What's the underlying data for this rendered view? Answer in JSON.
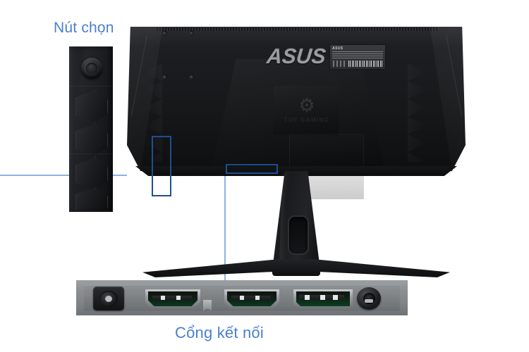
{
  "page": {
    "background_color": "#ffffff",
    "accent_blue": "#4a7fd0",
    "leader_line_color": "#8ab3e5",
    "highlight_box_color": "#1e4f91"
  },
  "callouts": {
    "buttons": {
      "label": "Nút chọn",
      "target": "control-button-panel"
    },
    "ports": {
      "label": "Cổng kết nối",
      "target": "io-port-panel"
    }
  },
  "zoom_inset_buttons": {
    "name": "control-button-panel-closeup",
    "controls": [
      {
        "type": "joystick",
        "name": "oled-joystick-button"
      },
      {
        "type": "chevron",
        "name": "function-button-1"
      },
      {
        "type": "chevron",
        "name": "function-button-2"
      },
      {
        "type": "chevron",
        "name": "function-button-3"
      },
      {
        "type": "chevron",
        "name": "function-button-4"
      }
    ]
  },
  "monitor": {
    "name": "asus-tuf-gaming-monitor-rear",
    "brand_logo": "ASUS",
    "sub_brand_logo": "TUF GAMING",
    "sub_brand_text": "TUF GAMING",
    "sticker": {
      "brand": "ASUS",
      "has_barcode": true
    },
    "vesa_screws": 4
  },
  "ports_inset": {
    "name": "io-port-panel-closeup",
    "ports": [
      {
        "name": "power-input-port",
        "label": "DC IN"
      },
      {
        "name": "hdmi-port-1",
        "label": "HDMI"
      },
      {
        "name": "hdmi-port-2",
        "label": "HDMI"
      },
      {
        "name": "displayport-port",
        "label": "DisplayPort"
      },
      {
        "name": "audio-out-jack",
        "label": "Earphone Jack"
      }
    ]
  }
}
